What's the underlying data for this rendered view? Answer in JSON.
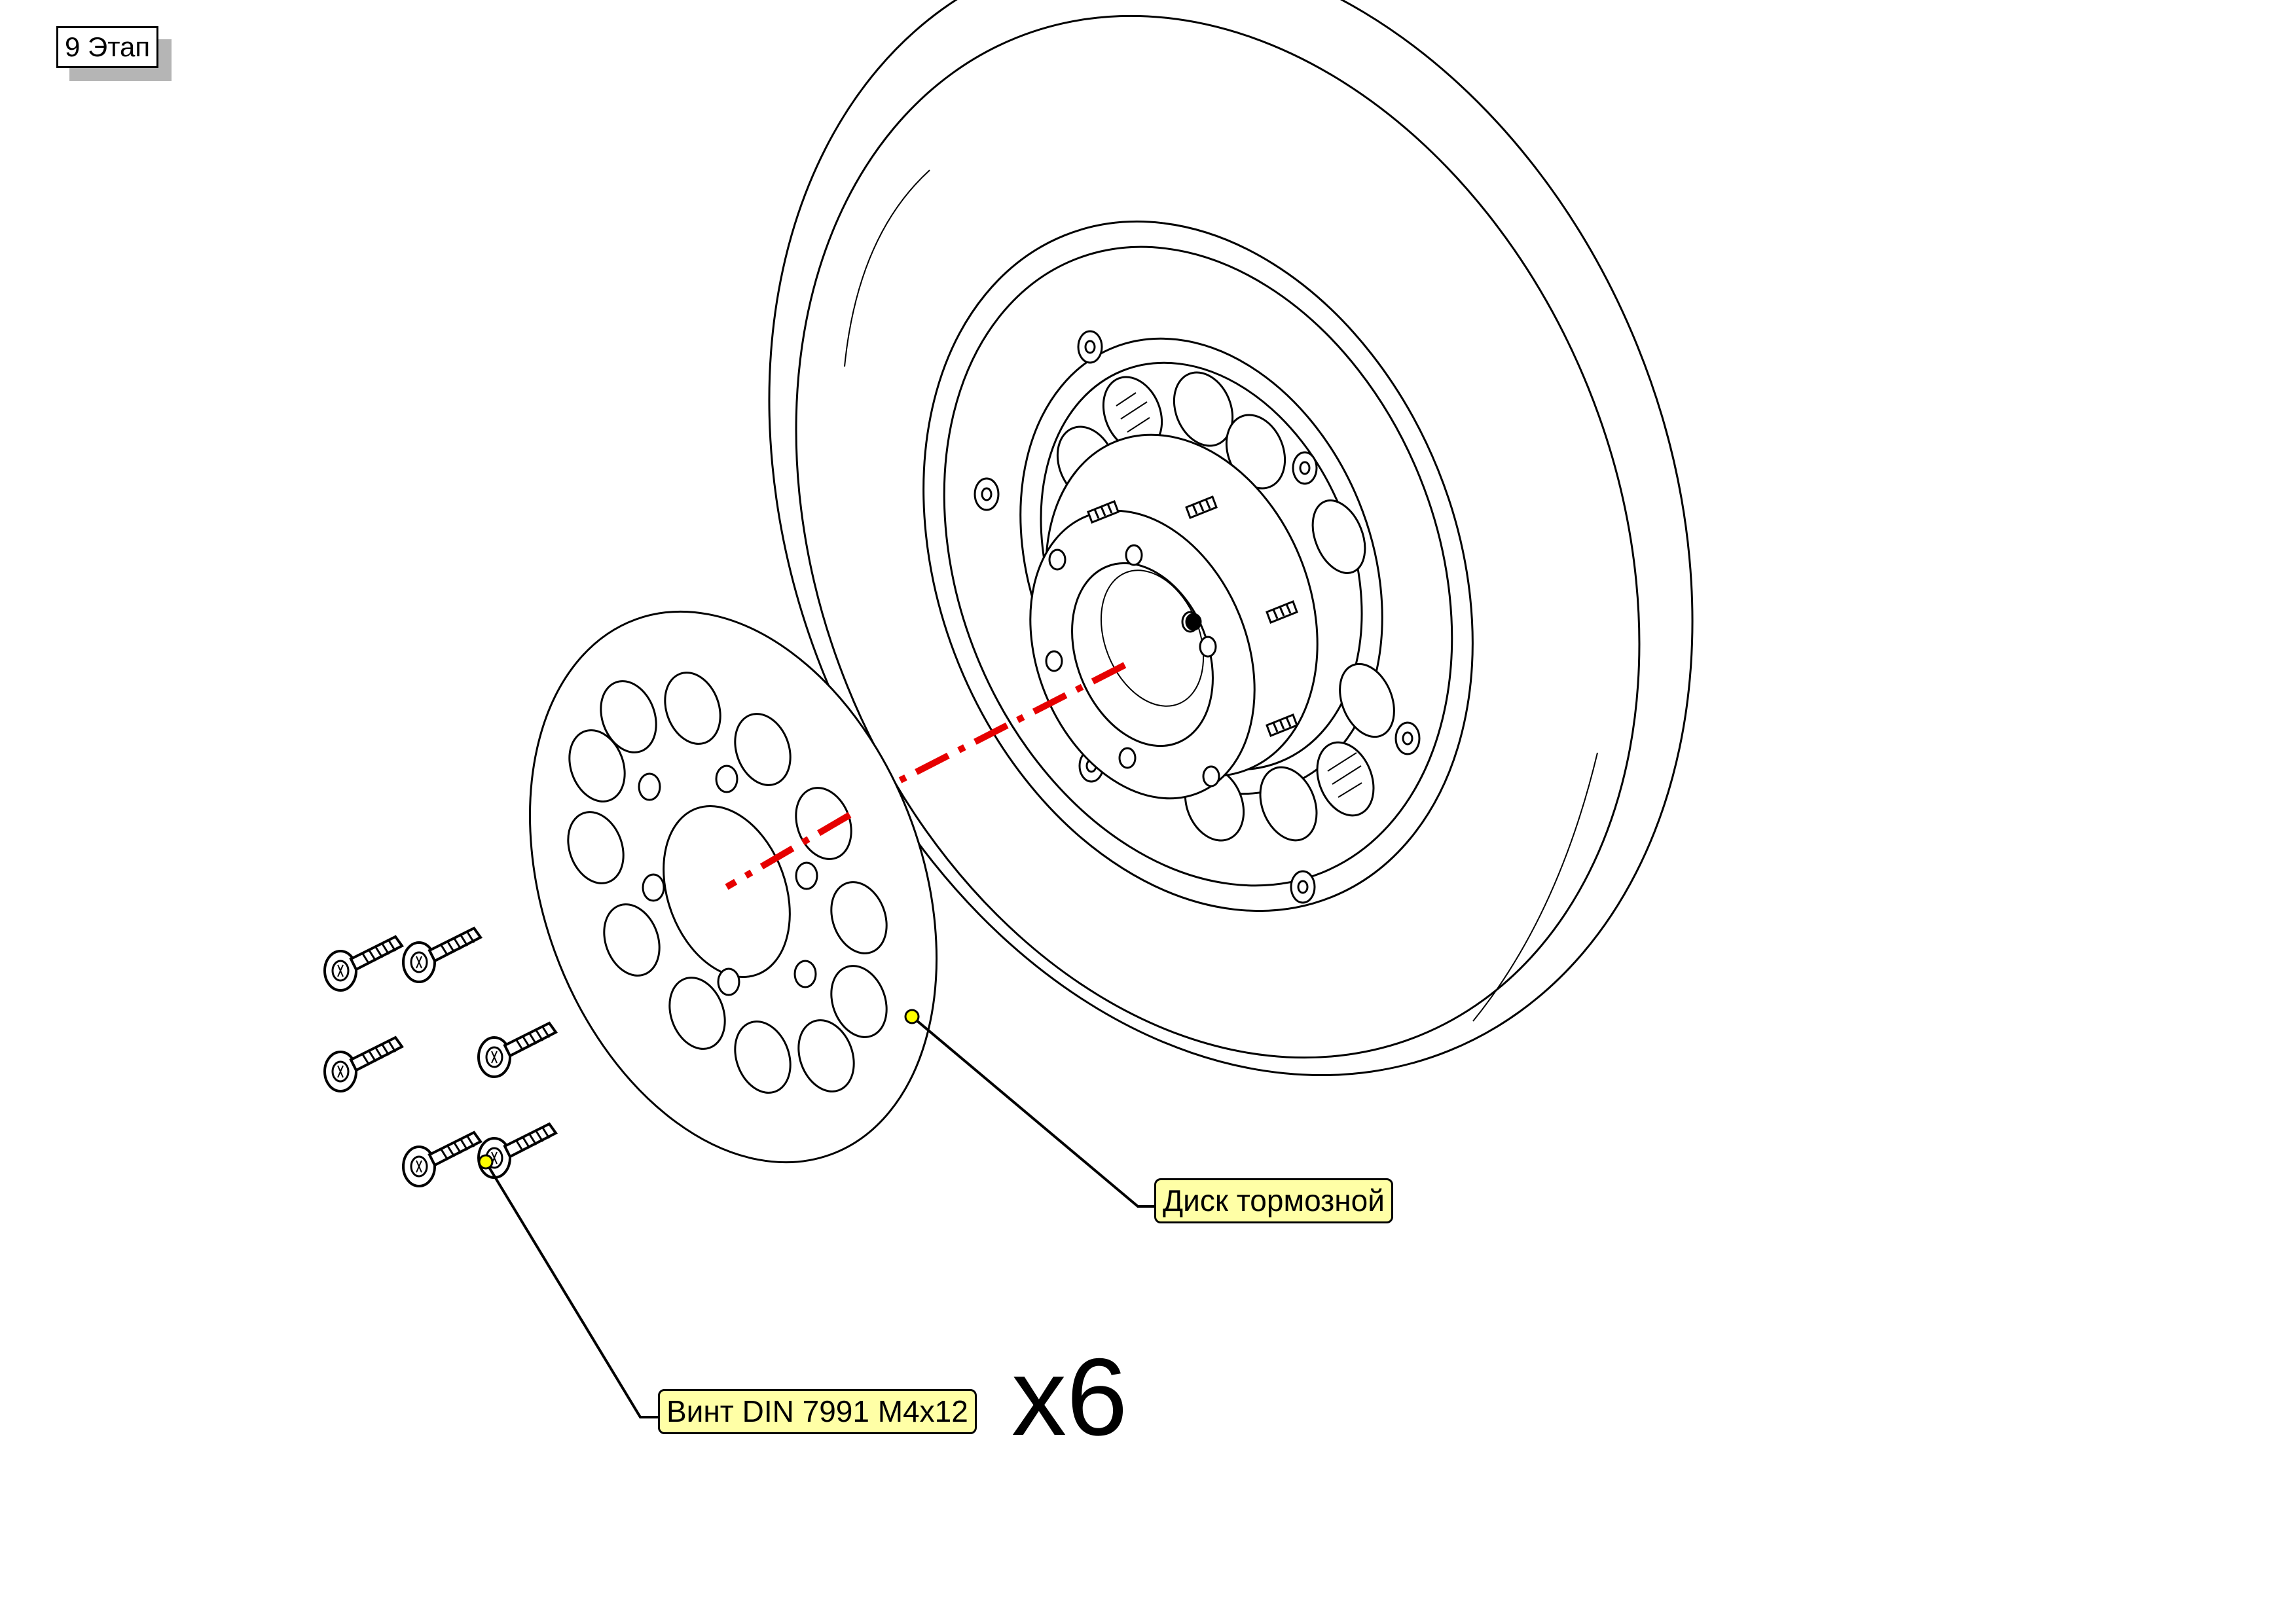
{
  "stage": {
    "label": "9 Этап"
  },
  "callouts": {
    "brake_disc": "Диск тормозной",
    "screw": "Винт DIN 7991 M4x12"
  },
  "quantity": {
    "label": "x6"
  },
  "colors": {
    "line": "#000000",
    "callout_fill": "#ffffa6",
    "axis": "#e60000",
    "anchor_dot": "#ffff00",
    "shadow": "#b5b5b5"
  },
  "parts": [
    "brake-disc",
    "wheel",
    "hub",
    "countersunk-screw"
  ]
}
